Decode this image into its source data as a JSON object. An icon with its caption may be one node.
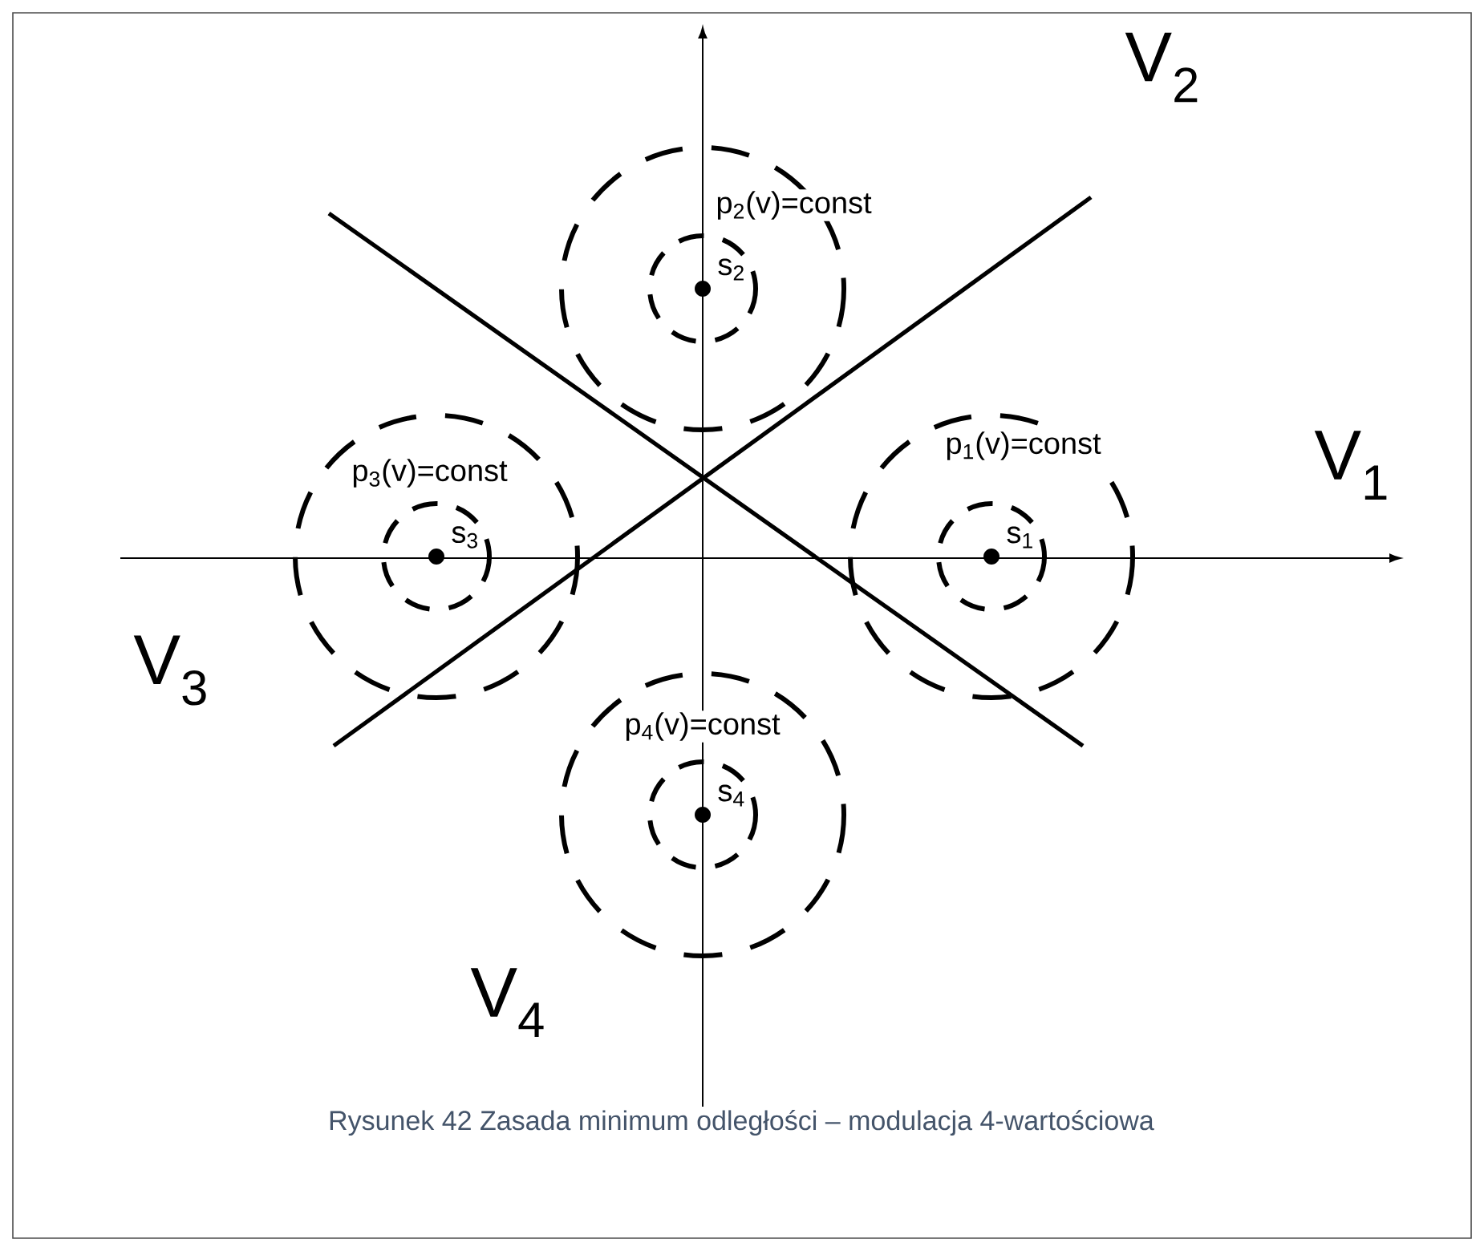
{
  "diagram": {
    "caption": "Rysunek 42 Zasada minimum odległości – modulacja 4-wartościowa",
    "labels": [
      "V$_{2}$",
      "p$_{2}$(v)=const",
      "s$_{2}$",
      "V$_{1}$",
      "p$_{3}$(v)=const",
      "p$_{1}$(v)=const",
      "s$_{3}$",
      "s$_{1}$",
      "V$_{3}$",
      "p$_{4}$(v)=const",
      "s$_{4}$",
      "V$_{4}$"
    ]
  }
}
